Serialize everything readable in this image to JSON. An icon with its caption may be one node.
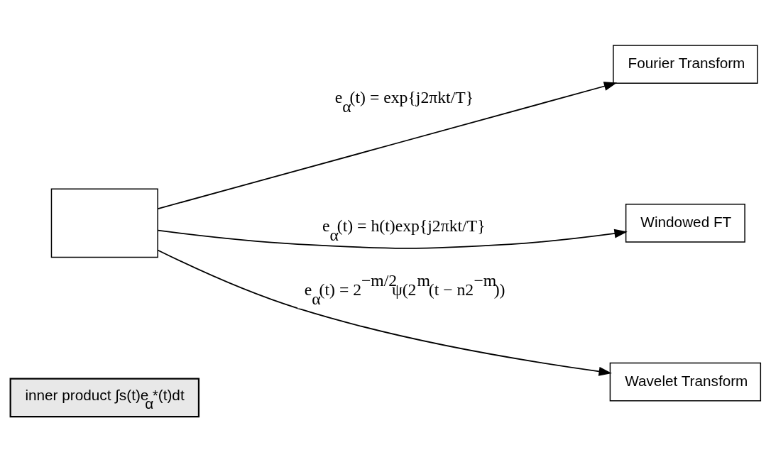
{
  "diagram": {
    "nodes": [
      {
        "text": [
          "inner product ∫s(t)e$_{α}$*(t)dt"
        ]
      },
      {
        "text": [],
        "shape": "box"
      },
      {
        "text": [
          "Fourier Transform"
        ]
      },
      {
        "text": [
          "Windowed FT"
        ]
      },
      {
        "text": [
          "Wavelet Transform"
        ]
      }
    ],
    "edges": [
      {
        "from": 1,
        "to": 2,
        "arrow": "to",
        "label": "e$_{α}$(t) = exp{j2πkt/T}"
      },
      {
        "from": 1,
        "to": 3,
        "arrow": "to",
        "label": "e$_{α}$(t) = h(t)exp{j2πkt/T}"
      },
      {
        "from": 1,
        "to": 4,
        "arrow": "to",
        "label": "e$_{α}$(t) = 2$^{−m/2}$ψ(2$^{m}$(t − n2$^{−m}$))"
      }
    ]
  }
}
